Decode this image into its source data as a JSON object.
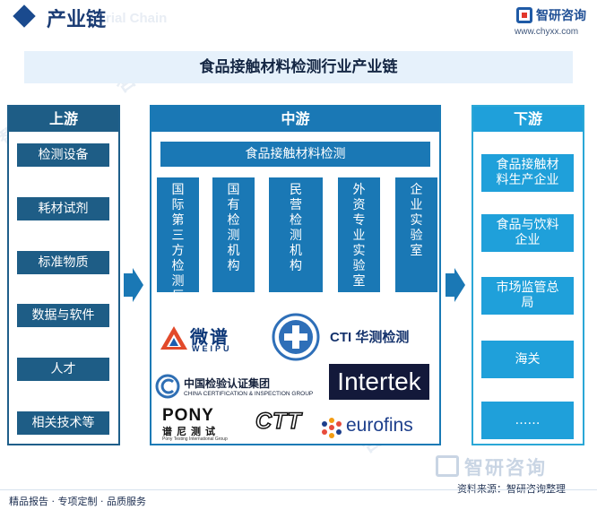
{
  "header": {
    "title": "产业链",
    "watermark": "rial Chain",
    "brand": "智研咨询",
    "url": "www.chyxx.com"
  },
  "main_title": "食品接触材料检测行业产业链",
  "upstream": {
    "title": "上游",
    "items": [
      "检测设备",
      "耗材试剂",
      "标准物质",
      "数据与软件",
      "人才",
      "相关技术等"
    ]
  },
  "midstream": {
    "title": "中游",
    "subtitle": "食品接触材料检测",
    "categories": [
      "国际第三方检测巨头",
      "国有检测机构",
      "民营检测机构",
      "外资专业实验室",
      "企业实验室"
    ],
    "logos": {
      "weipu_cn": "微谱",
      "weipu_en": "WEIPU",
      "cti": "CTI 华测检测",
      "ccic_cn": "中国检验认证集团",
      "ccic_en": "CHINA CERTIFICATION & INSPECTION GROUP",
      "intertek": "Intertek",
      "pony": "PONY",
      "pony_cn": "谱尼测试",
      "pony_en": "Pony Testing International Group",
      "ctt": "CTT",
      "eurofins": "eurofins"
    }
  },
  "downstream": {
    "title": "下游",
    "items": [
      "食品接触材料生产企业",
      "食品与饮料企业",
      "市场监管总局",
      "海关",
      "……"
    ]
  },
  "footer": {
    "bottom_brand": "智研咨询",
    "source": "资料来源：智研咨询整理",
    "left": "精品报告 · 专项定制 · 品质服务"
  },
  "colors": {
    "upstream": "#1e5d86",
    "midstream": "#1a78b5",
    "downstream": "#1fa0da",
    "arrow": "#1a78b5"
  }
}
